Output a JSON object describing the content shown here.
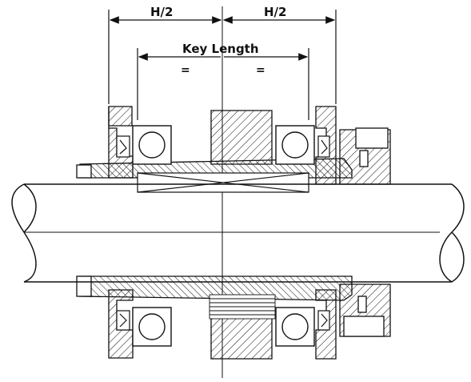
{
  "dimensions": {
    "left_half_label": "H/2",
    "right_half_label": "H/2",
    "key_length_label": "Key Length",
    "equal_left_label": "=",
    "equal_right_label": "="
  },
  "colors": {
    "line": "#111111",
    "background": "#ffffff"
  }
}
